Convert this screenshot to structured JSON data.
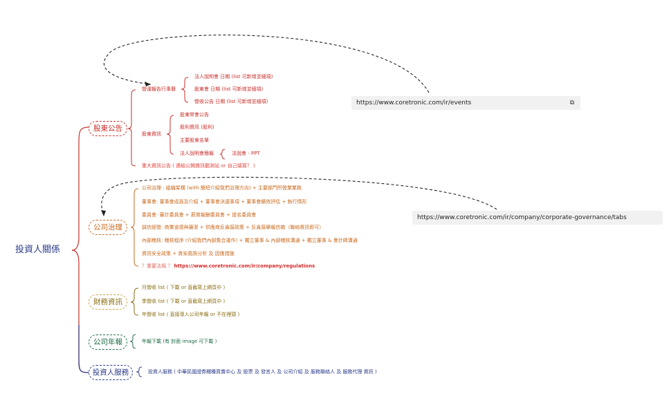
{
  "root": "投資人關係",
  "branches": {
    "shareholder": {
      "label": "股東公告",
      "color": "#c62f2b",
      "sub1": {
        "label": "營運報告行事曆",
        "items": [
          "法人說明會 日期 (list 可新增並細項)",
          "股東會 日期 (list 可新增並細項)",
          "營收公告 日期 (list 可新增並細項)"
        ]
      },
      "sub2": {
        "label": "股東資訊",
        "items": [
          "股東常會公告",
          "股利資訊 (股利)",
          "主要股東名單",
          "法人說明會簡報"
        ],
        "ppt": "法說會 - PPT"
      },
      "major": "重大資訊公告 ( 連結公開資訊觀測站 or 自己填寫？ )"
    },
    "governance": {
      "label": "公司治理",
      "color": "#c9691e",
      "items": [
        "公司治理 : 組織架構 (with 簡短介紹我們治理方向) + 主要部門所營業業務",
        "董事會: 董事會成員及介紹 + 董事會決議事項 + 董事會績效評估 + 執行情形",
        "委員會: 審計委員會 + 薪資報酬委員會 + 提名委員會",
        "誠信經營: 商業道德與廉潔 + 供應商反貪腐政策 + 反貪腐舉報信箱（聯絡資訊即可）",
        "內部稽核: 稽核程序 (介紹我們內部集合運作) + 獨立董事 & 內部稽核溝通 + 獨立董事 & 會計師溝通",
        "資訊安全政策 + 資安風險分析 及 因應措施"
      ],
      "regulations_prefix": "？重要法規 ？ ",
      "regulations_url": "https://www.coretronic.com/ir/company/regulations"
    },
    "finance": {
      "label": "財務資訊",
      "color": "#8a6d12",
      "items": [
        "月營收 list ( 下載 or 直截寫上網頁中 )",
        "季營收 list ( 下載 or 直截寫上網頁中 )",
        "年營收 list ( 直接導入公司年報 or 不在裡頭 )"
      ]
    },
    "annual": {
      "label": "公司年報",
      "color": "#1e6b46",
      "item": "年報下載 (有 封面 image 可下載 )"
    },
    "service": {
      "label": "投資人服務",
      "color": "#2a3a88",
      "item": "投資人服務 ( 中華民國證券櫃檯買賣中心 及 股票 及 發言人 及 公司介紹 及 服務聯絡人 及 服務代理 資訊 )"
    }
  },
  "links": {
    "events": "https://www.coretronic.com/ir/events",
    "governance": "https://www.coretronic.com/ir/company/corporate-governance/tabs"
  },
  "icons": {
    "external": "external-link-icon"
  }
}
